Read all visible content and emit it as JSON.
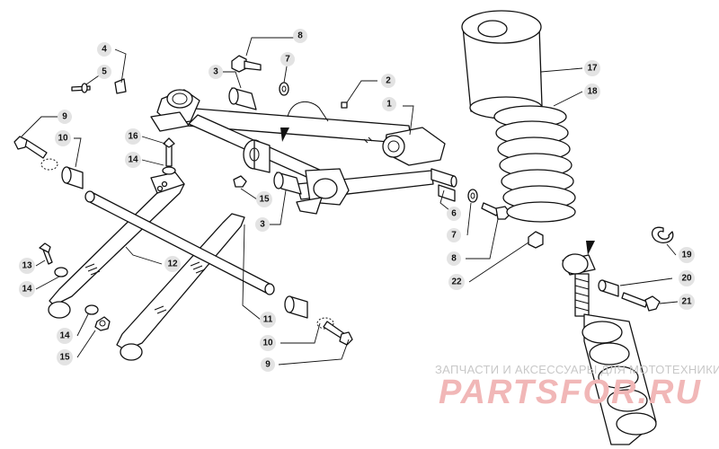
{
  "watermark": {
    "caption": "ЗАПЧАСТИ И АКСЕССУАРЫ ДЛЯ МОТОТЕХНИКИ",
    "brand": "PARTSFOR.RU",
    "caption_color": "#c8c8c8",
    "brand_color": "#f1b7b7"
  },
  "callouts": [
    {
      "id": "c1",
      "label": "1"
    },
    {
      "id": "c2",
      "label": "2"
    },
    {
      "id": "c3a",
      "label": "3"
    },
    {
      "id": "c3b",
      "label": "3"
    },
    {
      "id": "c4",
      "label": "4"
    },
    {
      "id": "c5",
      "label": "5"
    },
    {
      "id": "c6",
      "label": "6"
    },
    {
      "id": "c7a",
      "label": "7"
    },
    {
      "id": "c7b",
      "label": "7"
    },
    {
      "id": "c8a",
      "label": "8"
    },
    {
      "id": "c8b",
      "label": "8"
    },
    {
      "id": "c9a",
      "label": "9"
    },
    {
      "id": "c9b",
      "label": "9"
    },
    {
      "id": "c10a",
      "label": "10"
    },
    {
      "id": "c10b",
      "label": "10"
    },
    {
      "id": "c11",
      "label": "11"
    },
    {
      "id": "c12",
      "label": "12"
    },
    {
      "id": "c13",
      "label": "13"
    },
    {
      "id": "c14a",
      "label": "14"
    },
    {
      "id": "c14b",
      "label": "14"
    },
    {
      "id": "c14c",
      "label": "14"
    },
    {
      "id": "c15a",
      "label": "15"
    },
    {
      "id": "c15b",
      "label": "15"
    },
    {
      "id": "c16",
      "label": "16"
    },
    {
      "id": "c17",
      "label": "17"
    },
    {
      "id": "c18",
      "label": "18"
    },
    {
      "id": "c19",
      "label": "19"
    },
    {
      "id": "c20",
      "label": "20"
    },
    {
      "id": "c21",
      "label": "21"
    },
    {
      "id": "c22",
      "label": "22"
    }
  ]
}
